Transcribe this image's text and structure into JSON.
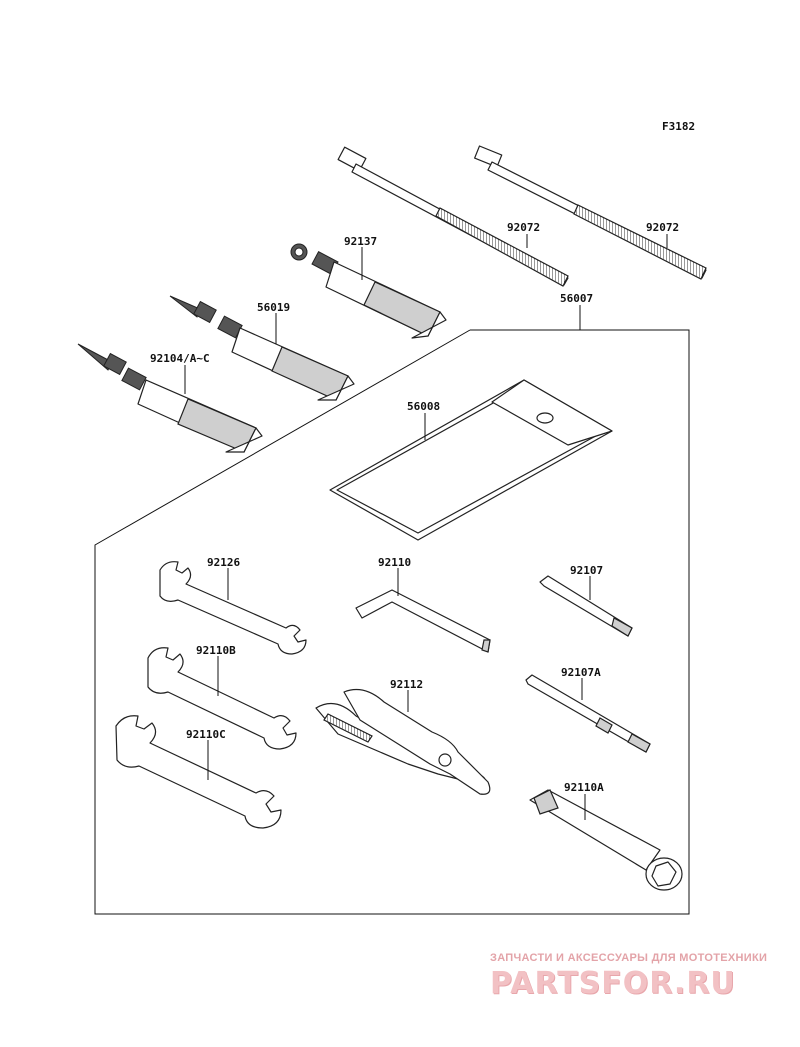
{
  "figure_code": "F3182",
  "parts": [
    {
      "key": "p92072a",
      "number": "92072"
    },
    {
      "key": "p92072b",
      "number": "92072"
    },
    {
      "key": "p92137",
      "number": "92137"
    },
    {
      "key": "p56019",
      "number": "56019"
    },
    {
      "key": "p92104",
      "number": "92104/A~C"
    },
    {
      "key": "p56007",
      "number": "56007"
    },
    {
      "key": "p56008",
      "number": "56008"
    },
    {
      "key": "p92126",
      "number": "92126"
    },
    {
      "key": "p92110",
      "number": "92110"
    },
    {
      "key": "p92107",
      "number": "92107"
    },
    {
      "key": "p92110B",
      "number": "92110B"
    },
    {
      "key": "p92112",
      "number": "92112"
    },
    {
      "key": "p92107A",
      "number": "92107A"
    },
    {
      "key": "p92110C",
      "number": "92110C"
    },
    {
      "key": "p92110A",
      "number": "92110A"
    }
  ],
  "watermark": {
    "tagline": "ЗАПЧАСТИ И АКСЕССУАРЫ ДЛЯ МОТОТЕХНИКИ",
    "logo": "PARTSFOR.RU"
  }
}
